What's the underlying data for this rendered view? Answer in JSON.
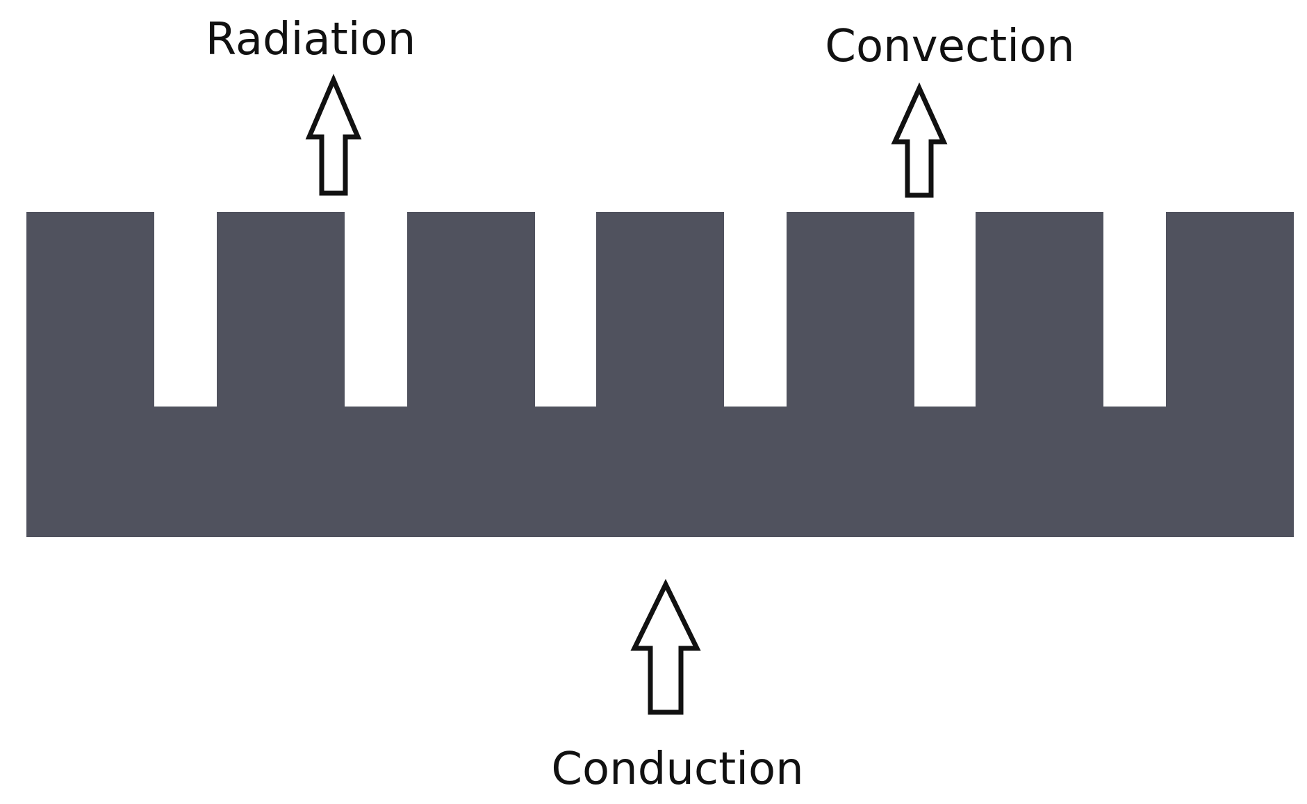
{
  "labels": {
    "radiation": "Radiation",
    "convection": "Convection",
    "conduction": "Conduction"
  },
  "colors": {
    "heat_sink_fill": "#50525e",
    "arrow_stroke": "#111111",
    "arrow_fill": "#ffffff",
    "background": "#ffffff"
  },
  "heat_sink": {
    "fin_count": 7
  }
}
